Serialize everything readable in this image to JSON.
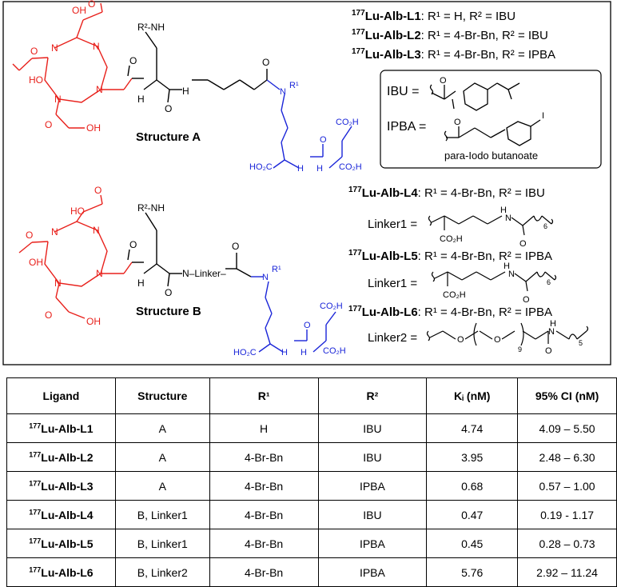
{
  "colors": {
    "chelator": "#e8201b",
    "binder": "#1a25d8",
    "core": "#000000"
  },
  "scheme": {
    "structure_a_title": "Structure A",
    "structure_b_title": "Structure B",
    "ligand_lines": [
      {
        "iso": "177",
        "name": "Lu-Alb-L1",
        "desc": ": R¹ = H, R² = IBU"
      },
      {
        "iso": "177",
        "name": "Lu-Alb-L2",
        "desc": ": R¹ = 4-Br-Bn, R² = IBU"
      },
      {
        "iso": "177",
        "name": "Lu-Alb-L3",
        "desc": ": R¹ = 4-Br-Bn, R² = IPBA"
      },
      {
        "iso": "177",
        "name": "Lu-Alb-L4",
        "desc": ": R¹ = 4-Br-Bn, R² = IBU"
      },
      {
        "iso": "177",
        "name": "Lu-Alb-L5",
        "desc": ": R¹ = 4-Br-Bn, R² = IPBA"
      },
      {
        "iso": "177",
        "name": "Lu-Alb-L6",
        "desc": ": R¹ = 4-Br-Bn, R² = IPBA"
      }
    ],
    "ibu_label": "IBU =",
    "ipba_label": "IPBA =",
    "ipba_caption": "para-Iodo butanoate",
    "linker1_label": "Linker1 =",
    "linker2_label": "Linker2 =",
    "atoms": {
      "r2nh": "R²-NH",
      "r1": "R¹",
      "hn_linker": "N–Linker–",
      "n": "N",
      "h": "H",
      "nh": "NH",
      "o": "O",
      "oh": "OH",
      "ho": "HO",
      "iodo": "I",
      "co2h": "CO₂H",
      "ho2c": "HO₂C",
      "sub6": "6",
      "sub5": "5",
      "sub9": "9"
    }
  },
  "table": {
    "headers": [
      "Ligand",
      "Structure",
      "R¹",
      "R²",
      "Kᵢ (nM)",
      "95% CI (nM)"
    ],
    "rows": [
      {
        "iso": "177",
        "ligand": "Lu-Alb-L1",
        "structure": "A",
        "r1": "H",
        "r2": "IBU",
        "ki": "4.74",
        "ci": "4.09 – 5.50"
      },
      {
        "iso": "177",
        "ligand": "Lu-Alb-L2",
        "structure": "A",
        "r1": "4-Br-Bn",
        "r2": "IBU",
        "ki": "3.95",
        "ci": "2.48 – 6.30"
      },
      {
        "iso": "177",
        "ligand": "Lu-Alb-L3",
        "structure": "A",
        "r1": "4-Br-Bn",
        "r2": "IPBA",
        "ki": "0.68",
        "ci": "0.57 – 1.00"
      },
      {
        "iso": "177",
        "ligand": "Lu-Alb-L4",
        "structure": "B, Linker1",
        "r1": "4-Br-Bn",
        "r2": "IBU",
        "ki": "0.47",
        "ci": "0.19 - 1.17"
      },
      {
        "iso": "177",
        "ligand": "Lu-Alb-L5",
        "structure": "B, Linker1",
        "r1": "4-Br-Bn",
        "r2": "IPBA",
        "ki": "0.45",
        "ci": "0.28 – 0.73"
      },
      {
        "iso": "177",
        "ligand": "Lu-Alb-L6",
        "structure": "B, Linker2",
        "r1": "4-Br-Bn",
        "r2": "IPBA",
        "ki": "5.76",
        "ci": "2.92 – 11.24"
      }
    ]
  }
}
